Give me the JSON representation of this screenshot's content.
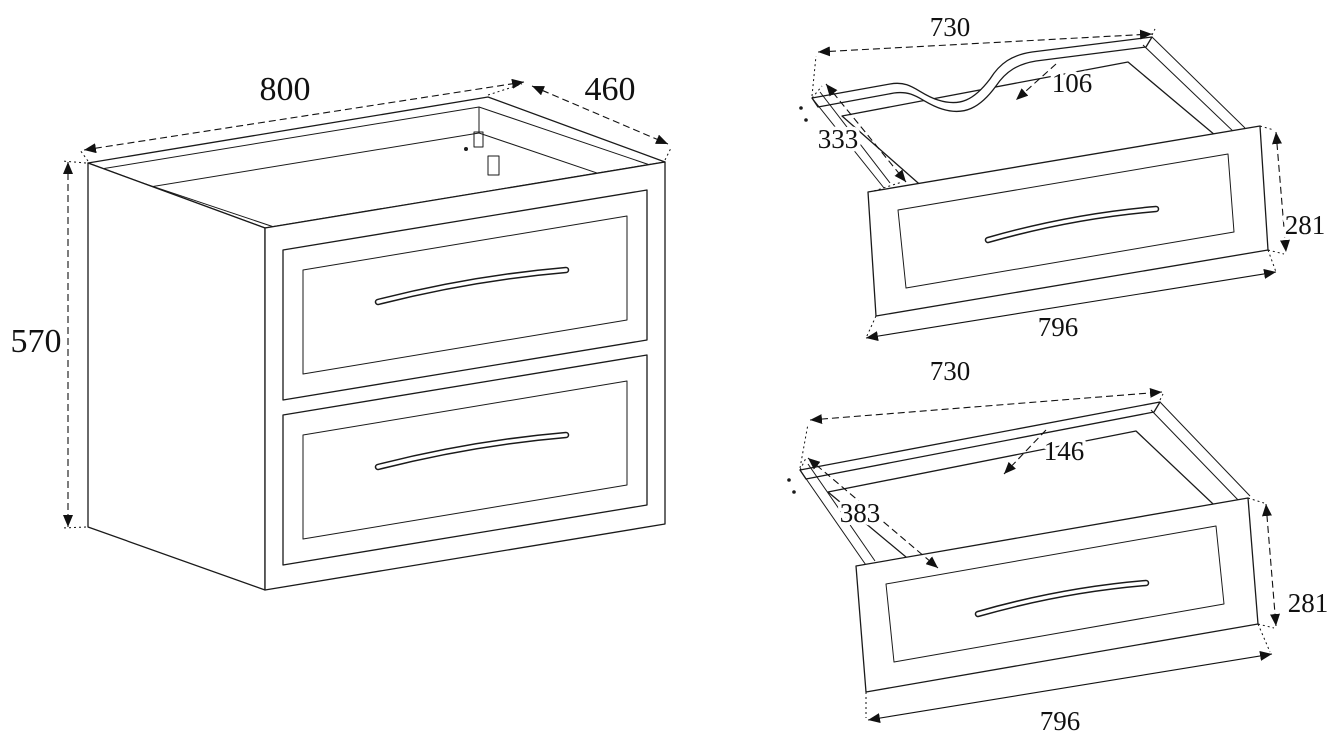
{
  "page": {
    "background": "#ffffff",
    "line_color": "#1a1a1a"
  },
  "cabinet": {
    "width_label": "800",
    "depth_label": "460",
    "height_label": "570"
  },
  "drawer_top": {
    "inner_width_label": "730",
    "cutout_depth_label": "106",
    "side_depth_label": "333",
    "front_height_label": "281",
    "front_width_label": "796"
  },
  "drawer_bottom": {
    "inner_width_label": "730",
    "inner_depth_label": "146",
    "side_depth_label": "383",
    "front_height_label": "281",
    "front_width_label": "796"
  }
}
